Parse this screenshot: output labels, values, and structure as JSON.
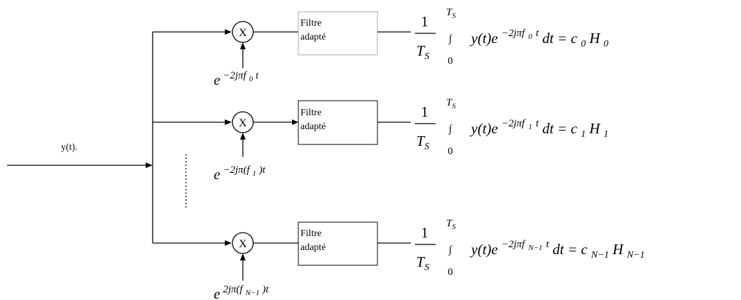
{
  "input": {
    "label": "y(t)."
  },
  "colors": {
    "line": "#000000",
    "background": "#ffffff"
  },
  "branches": [
    {
      "multiplier": "X",
      "box_line1": "Filtre",
      "box_line2": "adapté",
      "carrier": {
        "base": "e",
        "exp": "−2jπf",
        "sub": "0",
        "tail": "t"
      },
      "equation": {
        "numerator": "1",
        "denom_T": "T",
        "denom_sub": "S",
        "upper_T": "T",
        "upper_sub": "S",
        "integral": "∫",
        "lower": "0",
        "body": "y(t)e",
        "exp": "−2jπf",
        "exp_sub": "0",
        "exp_tail": "t",
        "dt": "dt = c",
        "c_sub": "0",
        "H": "H",
        "H_sub": "0"
      }
    },
    {
      "multiplier": "X",
      "box_line1": "Filtre",
      "box_line2": "adapté",
      "carrier": {
        "base": "e",
        "exp": "−2jπ(f",
        "sub": "1",
        "tail": ")t"
      },
      "equation": {
        "numerator": "1",
        "denom_T": "T",
        "denom_sub": "S",
        "upper_T": "T",
        "upper_sub": "S",
        "integral": "∫",
        "lower": "0",
        "body": "y(t)e",
        "exp": "−2jπf",
        "exp_sub": "1",
        "exp_tail": "t",
        "dt": "dt = c",
        "c_sub": "1",
        "H": "H",
        "H_sub": "1"
      }
    },
    {
      "multiplier": "X",
      "box_line1": "Filtre",
      "box_line2": "adapté",
      "carrier": {
        "base": "e",
        "exp": "2jπ(f",
        "sub": "N−1",
        "tail": ")t"
      },
      "equation": {
        "numerator": "1",
        "denom_T": "T",
        "denom_sub": "S",
        "upper_T": "T",
        "upper_sub": "S",
        "integral": "∫",
        "lower": "0",
        "body": "y(t)e",
        "exp": "−2jπf",
        "exp_sub": "N−1",
        "exp_tail": "t",
        "dt": "dt = c",
        "c_sub": "N−1",
        "H": "H",
        "H_sub": "N−1"
      }
    }
  ]
}
